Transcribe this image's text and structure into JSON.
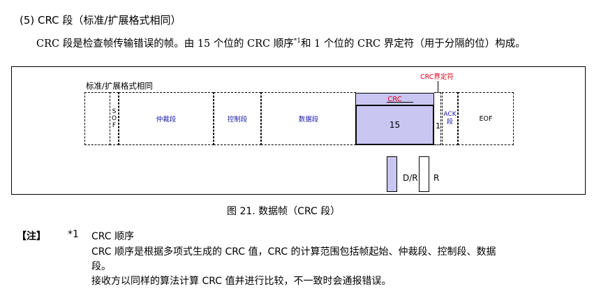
{
  "heading": "(5)  CRC 段（标准/扩展格式相同）",
  "paragraph": {
    "before_sup": "CRC 段是检查帧传输错误的帧。由 15 个位的 CRC 顺序",
    "sup": "*1",
    "after_sup": "和 1 个位的 CRC 界定符（用于分隔的位）构成。"
  },
  "figure": {
    "subtitle": "标准/扩展格式相同",
    "crc_delimiter_label": "CRC界定符",
    "fields": {
      "sof": [
        "S",
        "O",
        "F"
      ],
      "arbitration": "仲裁段",
      "control": "控制段",
      "data": "数据段",
      "crc": "CRC",
      "crc_bits": "15",
      "crc_delimiter_bits": "1",
      "ack": [
        "ACK",
        "段"
      ],
      "eof": "EOF"
    },
    "legend": {
      "dominant": "D/R",
      "recessive": "R"
    },
    "colors": {
      "crc_fill": "#c9c6f2",
      "label_red": "#e0001b",
      "field_blue": "#1a1aa6"
    }
  },
  "caption": "图 21.   数据帧（CRC 段）",
  "note": {
    "label": "【注】",
    "number": "*1",
    "title": "CRC 顺序",
    "lines": [
      "CRC 顺序是根据多项式生成的 CRC 值，CRC 的计算范围包括帧起始、仲裁段、控制段、数据",
      "段。",
      "接收方以同样的算法计算 CRC 值并进行比较，不一致时会通报错误。"
    ]
  }
}
